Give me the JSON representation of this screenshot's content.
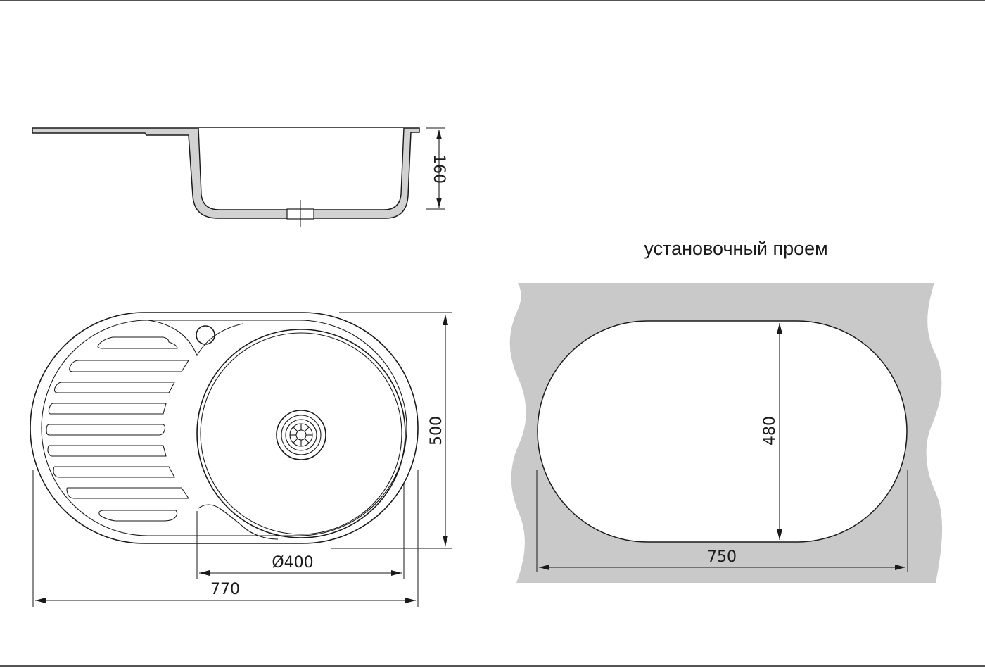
{
  "side_view": {
    "depth_label": "160"
  },
  "top_view": {
    "height_label": "500",
    "bowl_diameter_label": "Ø400",
    "width_label": "770"
  },
  "cutout": {
    "title": "установочный проем",
    "height_label": "480",
    "width_label": "750"
  },
  "colors": {
    "line": "#1a1a1a",
    "countertop": "#c9c9c9",
    "sink_wall": "#d2d2d2",
    "background": "#ffffff"
  }
}
